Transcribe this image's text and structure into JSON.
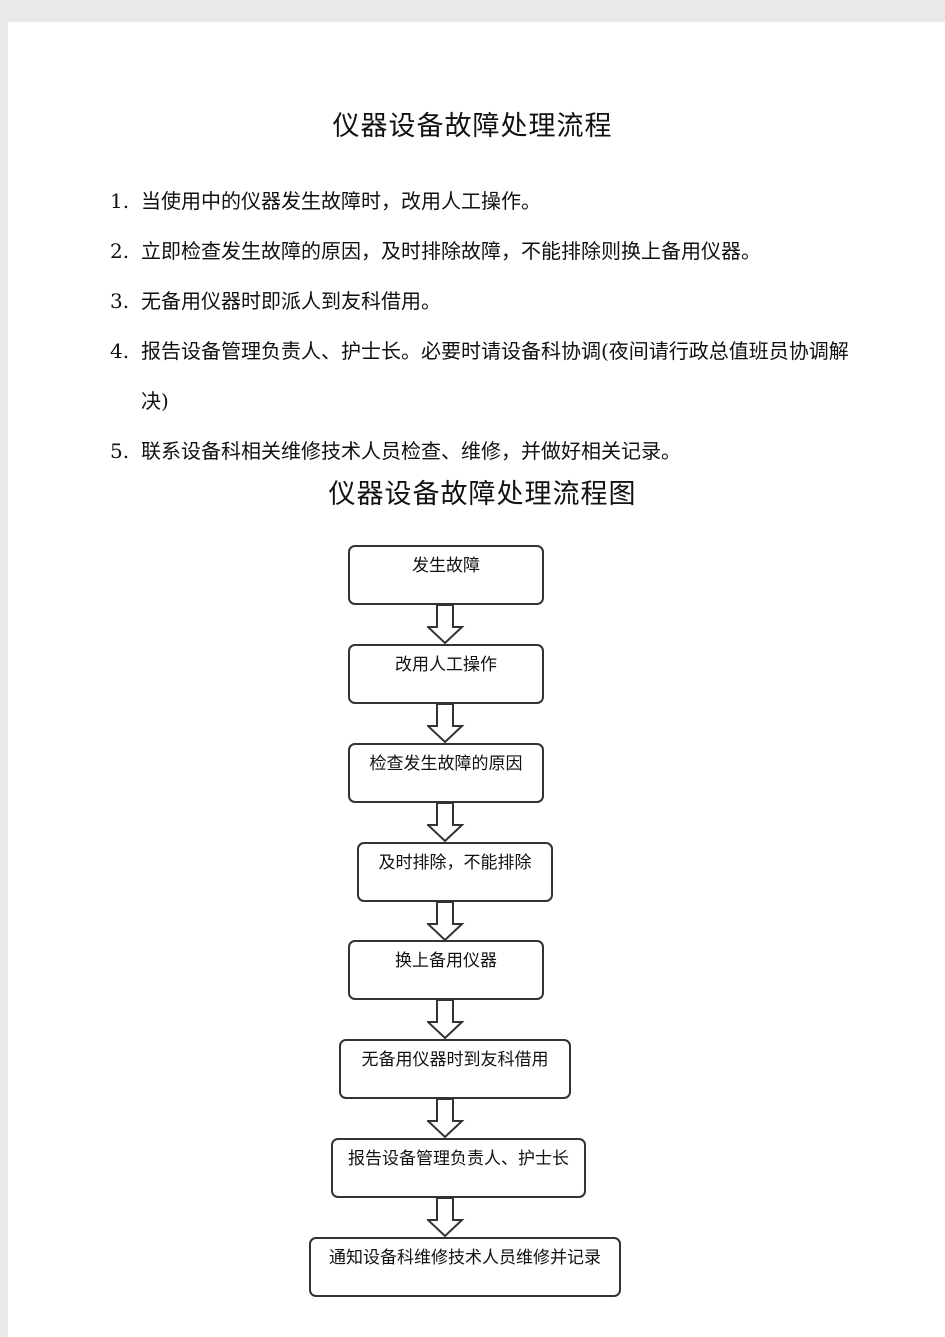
{
  "document": {
    "title": "仪器设备故障处理流程",
    "steps": [
      {
        "num": "1.",
        "text": "当使用中的仪器发生故障时，改用人工操作。"
      },
      {
        "num": "2.",
        "text": "立即检查发生故障的原因，及时排除故障，不能排除则换上备用仪器。"
      },
      {
        "num": "3.",
        "text": "无备用仪器时即派人到友科借用。"
      },
      {
        "num": "4.",
        "text": "报告设备管理负责人、护士长。必要时请设备科协调(夜间请行政总值班员协调解决)"
      },
      {
        "num": "5.",
        "text": "联系设备科相关维修技术人员检查、维修，并做好相关记录。"
      }
    ]
  },
  "flowchart": {
    "title": "仪器设备故障处理流程图",
    "nodes": [
      {
        "label": "发生故障"
      },
      {
        "label": "改用人工操作"
      },
      {
        "label": "检查发生故障的原因"
      },
      {
        "label": "及时排除，不能排除"
      },
      {
        "label": "换上备用仪器"
      },
      {
        "label": "无备用仪器时到友科借用"
      },
      {
        "label": "报告设备管理负责人、护士长"
      },
      {
        "label": "通知设备科维修技术人员维修并记录"
      }
    ]
  }
}
